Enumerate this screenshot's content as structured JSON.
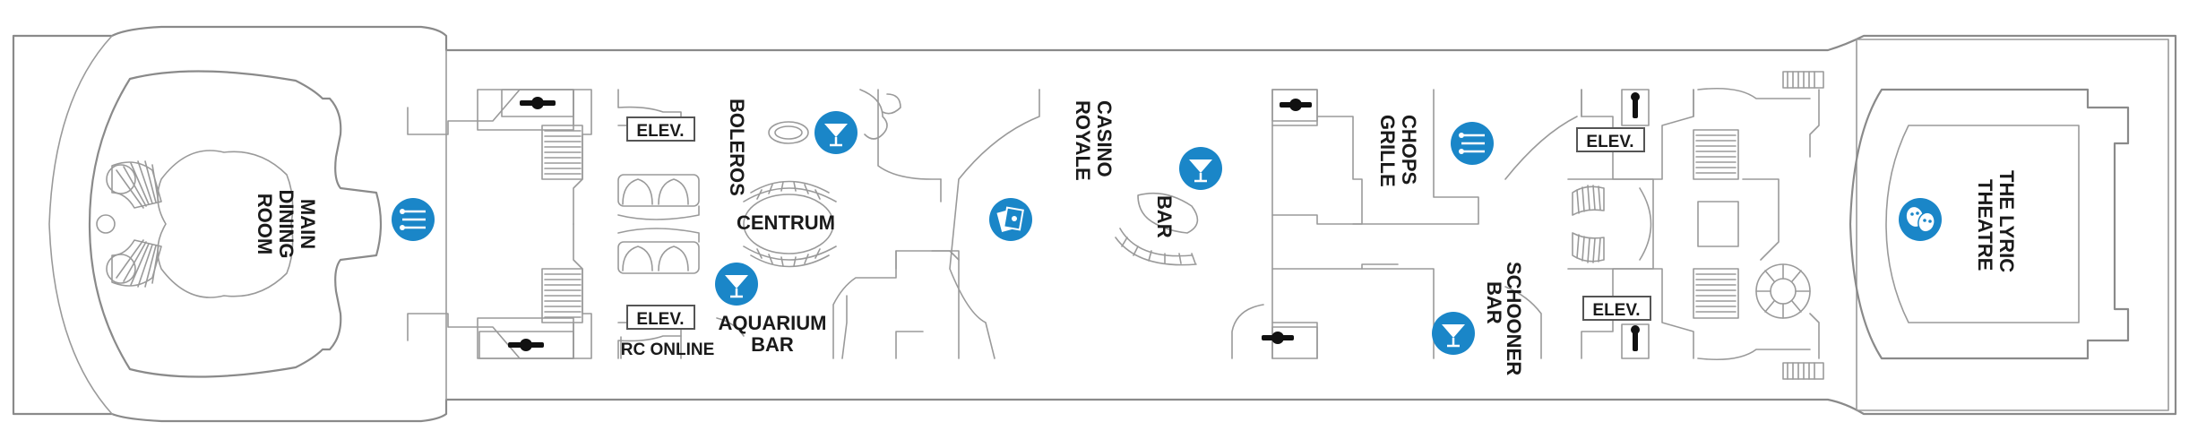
{
  "map": {
    "venues": {
      "main_dining": [
        "MAIN",
        "DINING",
        "ROOM"
      ],
      "boleros": "BOLEROS",
      "centrum": "CENTRUM",
      "aquarium_bar": [
        "AQUARIUM",
        "BAR"
      ],
      "rc_online": "RC ONLINE",
      "casino_royale": [
        "CASINO",
        "ROYALE"
      ],
      "bar": "BAR",
      "chops_grille": [
        "CHOPS",
        "GRILLE"
      ],
      "schooner_bar": [
        "SCHOONER",
        "BAR"
      ],
      "lyric_theatre": [
        "THE LYRIC",
        "THEATRE"
      ]
    },
    "elevator_label": "ELEV."
  },
  "icons": {
    "dining": "fork-knife-icon",
    "bar": "cocktail-icon",
    "casino": "casino-cards-icon",
    "theatre": "theatre-masks-icon",
    "restroom": "restroom-icon"
  },
  "colors": {
    "badge": "#1a86c8",
    "wall": "#8a8a8a"
  }
}
